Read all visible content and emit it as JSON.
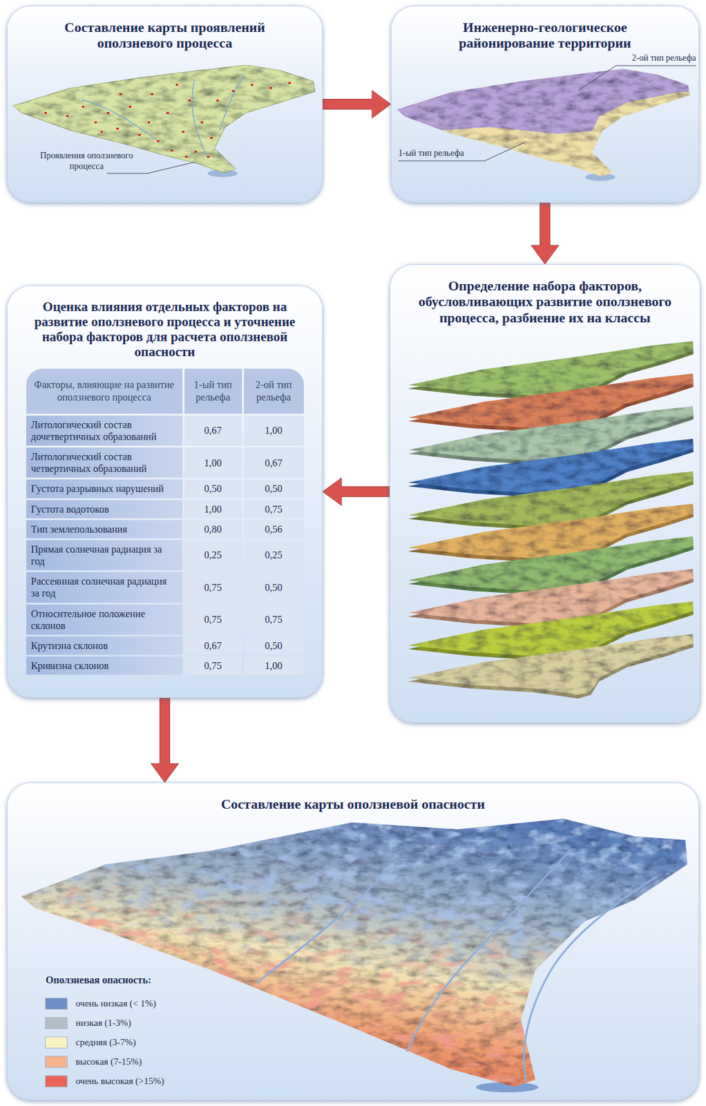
{
  "diagram": {
    "nodes": [
      {
        "text": [
          "Составление карты проявлений оползневого процесса"
        ]
      },
      {
        "text": [
          "Инженерно-геологическое районирование территории"
        ]
      },
      {
        "text": [
          "Определение набора факторов, обусловливающих развитие оползневого процесса, разбиение их на классы"
        ]
      },
      {
        "text": [
          "Оценка влияния отдельных факторов на развитие оползневого процесса и уточнение набора факторов для расчета оползневой опасности"
        ]
      },
      {
        "text": [
          "Составление карты оползневой опасности"
        ]
      }
    ],
    "edges": [
      {
        "from": 0,
        "to": 1,
        "arrow": "to"
      },
      {
        "from": 1,
        "to": 2,
        "arrow": "to"
      },
      {
        "from": 2,
        "to": 3,
        "arrow": "to"
      },
      {
        "from": 3,
        "to": 4,
        "arrow": "to"
      }
    ],
    "labels": [
      "Проявления оползневого процесса",
      "2-ой тип рельефа",
      "1-ый тип рельефа",
      "Факторы, влияющие на развитие оползневого процесса",
      "1-ый тип рельефа",
      "2-ой тип рельефа",
      "Литологический состав дочетвертичных образований",
      "0,67",
      "1,00",
      "Литологический состав четвертичных образований",
      "1,00",
      "0,67",
      "Густота разрывных нарушений",
      "0,50",
      "0,50",
      "Густота водотоков",
      "1,00",
      "0,75",
      "Тип землепользования",
      "0,80",
      "0,56",
      "Прямая солнечная радиация за год",
      "0,25",
      "0,25",
      "Рассеянная солнечная радиация за год",
      "0,75",
      "0,50",
      "Относительное положение склонов",
      "0,75",
      "0,75",
      "Крутизна склонов",
      "0,67",
      "0,50",
      "Кривизна склонов",
      "0,75",
      "1,00",
      "Оползневая опасность:"
    ],
    "legend": [
      {
        "text": "очень низкая (< 1%)",
        "color": "#6f90c6"
      },
      {
        "text": "низкая (1-3%)",
        "color": "#b3bfc6"
      },
      {
        "text": "средняя (3-7%)",
        "color": "#f7f1c4"
      },
      {
        "text": "высокая (7-15%)",
        "color": "#f5b38e"
      },
      {
        "text": "очень высокая (>15%)",
        "color": "#e8645a"
      }
    ]
  }
}
